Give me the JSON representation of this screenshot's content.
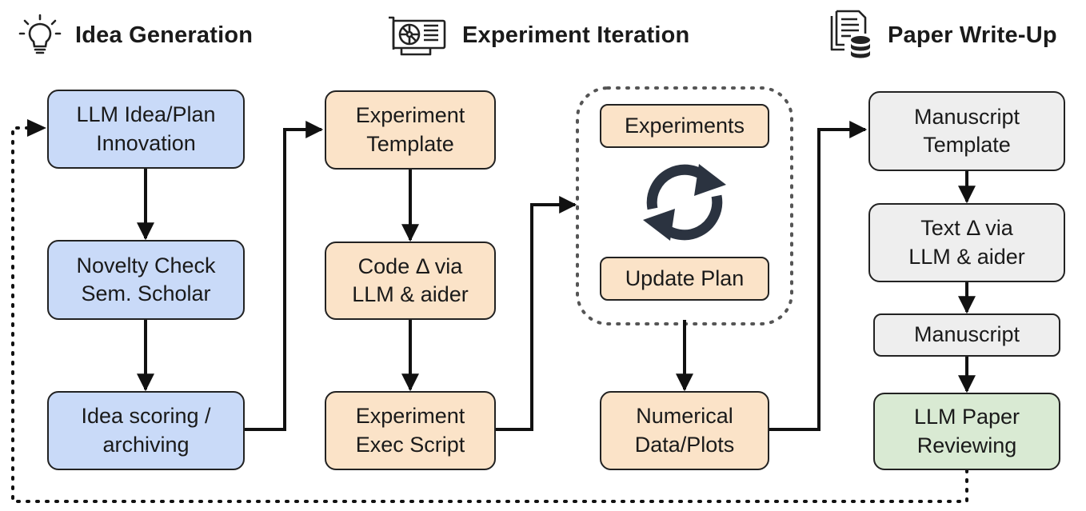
{
  "headers": {
    "idea": "Idea Generation",
    "experiment": "Experiment Iteration",
    "paper": "Paper Write-Up"
  },
  "icons": {
    "idea": "lightbulb-icon",
    "experiment": "gpu-card-icon",
    "paper": "document-database-icon",
    "loop": "refresh-cycle-icon"
  },
  "colors": {
    "idea_fill": "#c9daf8",
    "experiment_fill": "#fbe3c8",
    "writeup_fill": "#eeeeee",
    "review_fill": "#d9ead3",
    "stroke": "#222222",
    "loop_icon": "#2b3340"
  },
  "nodes": {
    "llm_idea": "LLM Idea/Plan\nInnovation",
    "novelty": "Novelty Check\nSem. Scholar",
    "scoring": "Idea scoring /\narchiving",
    "exp_template": "Experiment\nTemplate",
    "code_delta": "Code Δ via\nLLM & aider",
    "exec_script": "Experiment\nExec Script",
    "experiments": "Experiments",
    "update_plan": "Update Plan",
    "numerical": "Numerical\nData/Plots",
    "manuscript_template": "Manuscript\nTemplate",
    "text_delta": "Text Δ via\nLLM & aider",
    "manuscript": "Manuscript",
    "review": "LLM Paper\nReviewing"
  }
}
